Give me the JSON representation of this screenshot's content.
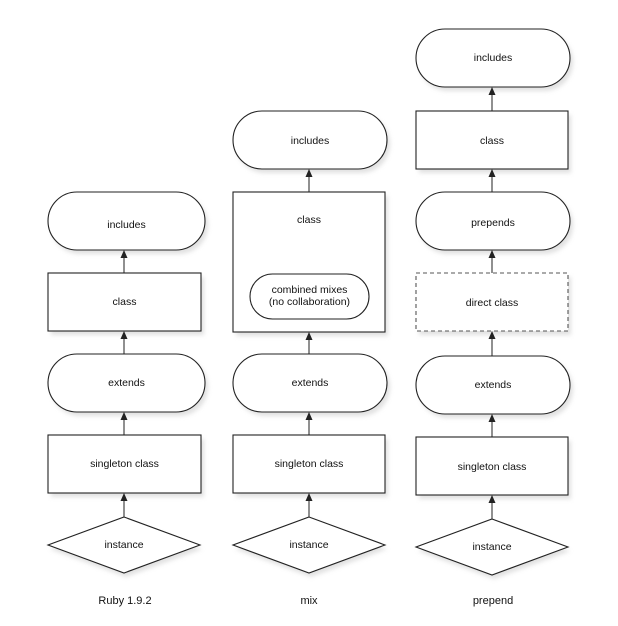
{
  "columns": [
    {
      "caption": "Ruby 1.9.2",
      "nodes": {
        "includes": "includes",
        "class": "class",
        "extends": "extends",
        "singleton": "singleton class",
        "instance": "instance"
      }
    },
    {
      "caption": "mix",
      "nodes": {
        "includes": "includes",
        "class": "class",
        "combined_line1": "combined mixes",
        "combined_line2": "(no collaboration)",
        "extends": "extends",
        "singleton": "singleton class",
        "instance": "instance"
      }
    },
    {
      "caption": "prepend",
      "nodes": {
        "includes": "includes",
        "class": "class",
        "prepends": "prepends",
        "direct_class": "direct class",
        "extends": "extends",
        "singleton": "singleton class",
        "instance": "instance"
      }
    }
  ]
}
